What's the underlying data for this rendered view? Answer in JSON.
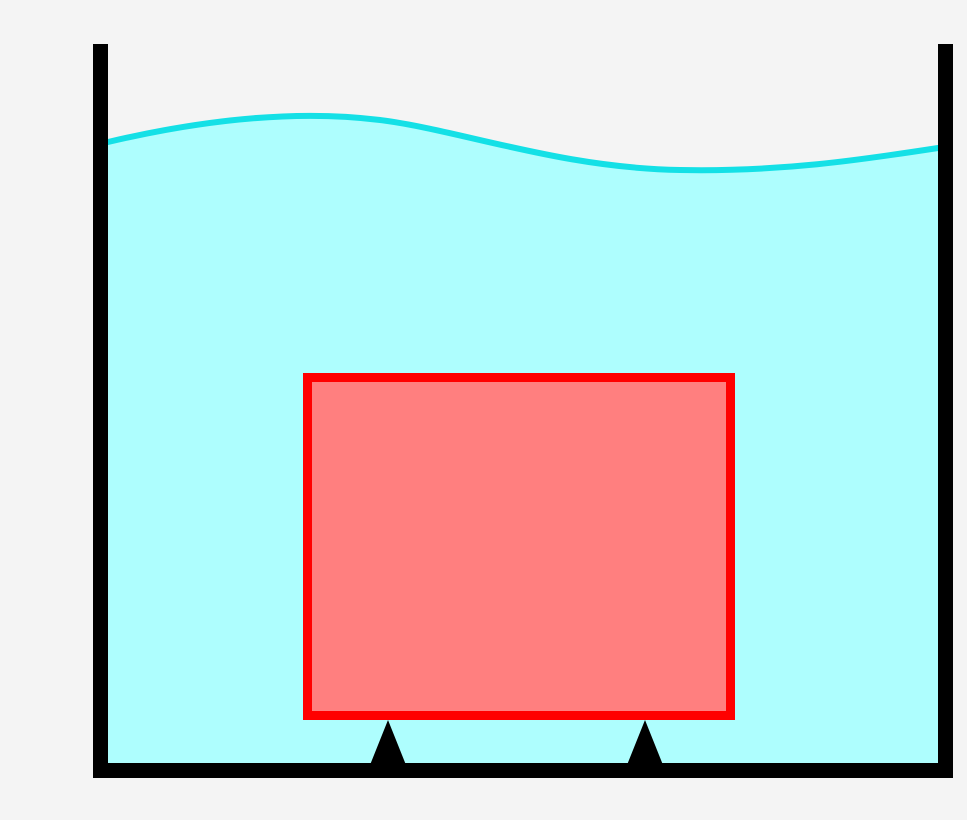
{
  "colors": {
    "background": "#f4f4f4",
    "water_fill": "#aefefe",
    "water_surface": "#14e0e6",
    "container_wall": "#000000",
    "block_fill": "#ff7f7f",
    "block_border": "#ff0000",
    "support": "#000000"
  },
  "icons": {
    "container": "open-tank",
    "block": "submerged-block",
    "supports": "triangular-support"
  }
}
